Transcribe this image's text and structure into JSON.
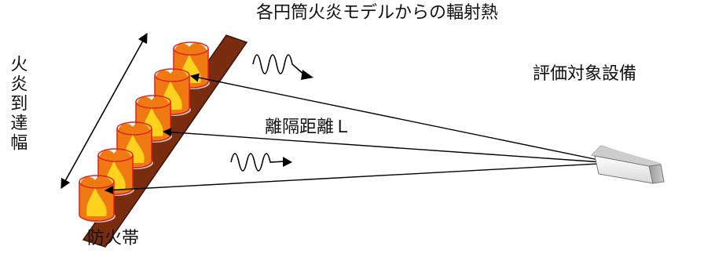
{
  "diagram": {
    "title": "各円筒火炎モデルからの輻射熱",
    "equipment_label": "評価対象設備",
    "distance_label": "離隔距離Ｌ",
    "firebreak_label": "防火帯",
    "flame_width_label": "火炎到達幅",
    "flame_count": 6
  },
  "colors": {
    "firebreak": "#7a2c0f",
    "cylinder_outline": "#e0201c",
    "flame_outer": "#f07a12",
    "flame_inner": "#ffd21e",
    "equipment": "#c8c8c8",
    "arrow": "#000000"
  },
  "icons": {
    "radiation": "wavy-arrow-icon",
    "equipment": "equipment-box-icon",
    "flame": "cylinder-flame-icon"
  }
}
